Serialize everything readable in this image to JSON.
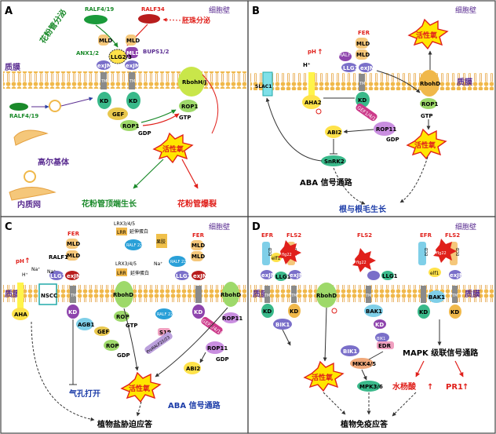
{
  "panels": {
    "A": {
      "letter": "A",
      "cell_wall": "细胞壁",
      "membrane": "质膜",
      "labels": {
        "ralf419_top": "RALF4/19",
        "ralf34": "RALF34",
        "embryo": "胚珠分泌",
        "pollen_tube": "花粉管分泌",
        "anx": "ANX1/2",
        "bups": "BUPS1/2",
        "mld1": "MLD",
        "mld2": "MLD",
        "llg": "LLG2/3",
        "exjm1": "exJM",
        "exjm2": "exJM",
        "tm1": "TM",
        "tm2": "TM",
        "kd1": "KD",
        "kd2": "KD",
        "gef": "GEF",
        "rop1a": "ROP1",
        "gdp": "GDP",
        "rbohhj": "RbohH/J",
        "rop1b": "ROP1",
        "gtp": "GTP",
        "ralf419_left": "RALF4/19",
        "golgi": "高尔基体",
        "er": "内质网",
        "ros": "活性氧",
        "tip_growth": "花粉管顶端生长",
        "burst": "花粉管爆裂"
      }
    },
    "B": {
      "letter": "B",
      "cell_wall": "细胞壁",
      "membrane": "质膜",
      "labels": {
        "ph": "pH",
        "fer": "FER",
        "ralf": "RALF",
        "llg1": "LLG1",
        "mld1": "MLD",
        "mld2": "MLD",
        "exjm": "exJM",
        "ros_top": "活性氧",
        "slac1": "SLAC1",
        "hplus": "H⁺",
        "aha2": "AHA2",
        "kd": "KD",
        "tm": "TM",
        "gef": "GEF1/4/10",
        "rop11": "ROP11",
        "gdp": "GDP",
        "rbohd": "RbohD",
        "rop1": "ROP1",
        "gtp": "GTP",
        "abi2": "ABI2",
        "snrk2": "SnRK2",
        "aba": "ABA 信号通路",
        "ros_bottom": "活性氧",
        "root_hair": "根与根毛生长"
      }
    },
    "C": {
      "letter": "C",
      "cell_wall": "细胞壁",
      "membrane": "质膜",
      "labels": {
        "fer1": "FER",
        "fer2": "FER",
        "mld1": "MLD",
        "mld2": "MLD",
        "mld3": "MLD",
        "mld4": "MLD",
        "exjm1": "exJM",
        "exjm2": "exJM",
        "ph": "pH",
        "na1": "Na⁺",
        "na2": "Na⁺",
        "na3": "Na⁺",
        "hplus": "H⁺",
        "ralf1": "RALF1",
        "llg1a": "LLG1",
        "llg1b": "LLG1",
        "nscc": "NSCC",
        "aha": "AHA",
        "kd1": "KD",
        "kd2": "KD",
        "tm": "TM",
        "agb1": "AGB1",
        "gef": "GEF",
        "rop_a": "ROP",
        "gtp_a": "GTP",
        "rop_b": "ROP",
        "gdp_a": "GDP",
        "rbohd1": "RbohD",
        "rbohd2": "RbohD",
        "lrx_top": "LRX3/4/5",
        "lrr1": "LRR",
        "extensin1": "延伸蛋白",
        "pectin1": "果胶",
        "ralf_mid": "RALF 22/23",
        "lrx_mid": "LRX3/4/5",
        "lrr2": "LRR",
        "extensin2": "延伸蛋白",
        "ralf_right": "RALF 22/23",
        "ralf_lower": "RALF 22/23",
        "s1p": "S1P",
        "proralf": "ProRALF22/23",
        "gef_b": "GEF1/4/10",
        "rop11a": "ROP11",
        "rop11b": "ROP11",
        "gdp_b": "GDP",
        "abi2": "ABI2",
        "stomata": "气孔打开",
        "ros": "活性氧",
        "aba": "ABA 信号通路",
        "salt": "植物盐胁迫应答"
      }
    },
    "D": {
      "letter": "D",
      "cell_wall": "细胞壁",
      "membrane": "质膜",
      "labels": {
        "efr1": "EFR",
        "fls2a": "FLS2",
        "fls2b": "FLS2",
        "efr2": "EFR",
        "fls2c": "FLS2",
        "ecd1": "ECD",
        "ecd2": "ECD",
        "ecd3": "ECD",
        "ecd4": "ECD",
        "elf1a": "elf1",
        "elf1b": "elf1",
        "flg22a": "flg22",
        "flg22b": "flg22",
        "flg22c": "flg22",
        "exjm1": "exJM",
        "exjm2": "exJM",
        "exjm3": "exJM",
        "llg1a": "LLG1",
        "llg1b": "LLG1",
        "tm1": "TM",
        "tm2": "TM",
        "tm3": "TM",
        "tm4": "TM",
        "kd1": "KD",
        "kd2": "KD",
        "kd3": "KD",
        "kd4": "KD",
        "rbohd": "RbohD",
        "bak1a": "BAK1",
        "bak1b": "BAK1",
        "bik1a": "BIK1",
        "bik1b": "BIK1",
        "bik1c": "BIK1",
        "edr": "EDR",
        "mkk": "MKK4/5",
        "mpk": "MPK3/6",
        "mapk": "MAPK 级联信号通路",
        "sa": "水杨酸",
        "pr1": "PR1",
        "ros": "活性氧",
        "immunity": "植物免疫应答"
      }
    }
  },
  "colors": {
    "membrane_head": "#f0b84a",
    "mld": "#f5c77a",
    "exjm": "#7a6fc9",
    "tm": "#b0b0b0",
    "kd": "#39b98a",
    "rop": "#9ed96a",
    "ros_burst": "#ffe600",
    "red_text": "#e0201b",
    "green_text": "#1a8a2a",
    "purple_text": "#5a2d91",
    "blue_text": "#1c3ca8"
  },
  "icons": [
    "star-burst-icon",
    "arrow-icon",
    "inhibit-icon",
    "phosphate-icon"
  ]
}
